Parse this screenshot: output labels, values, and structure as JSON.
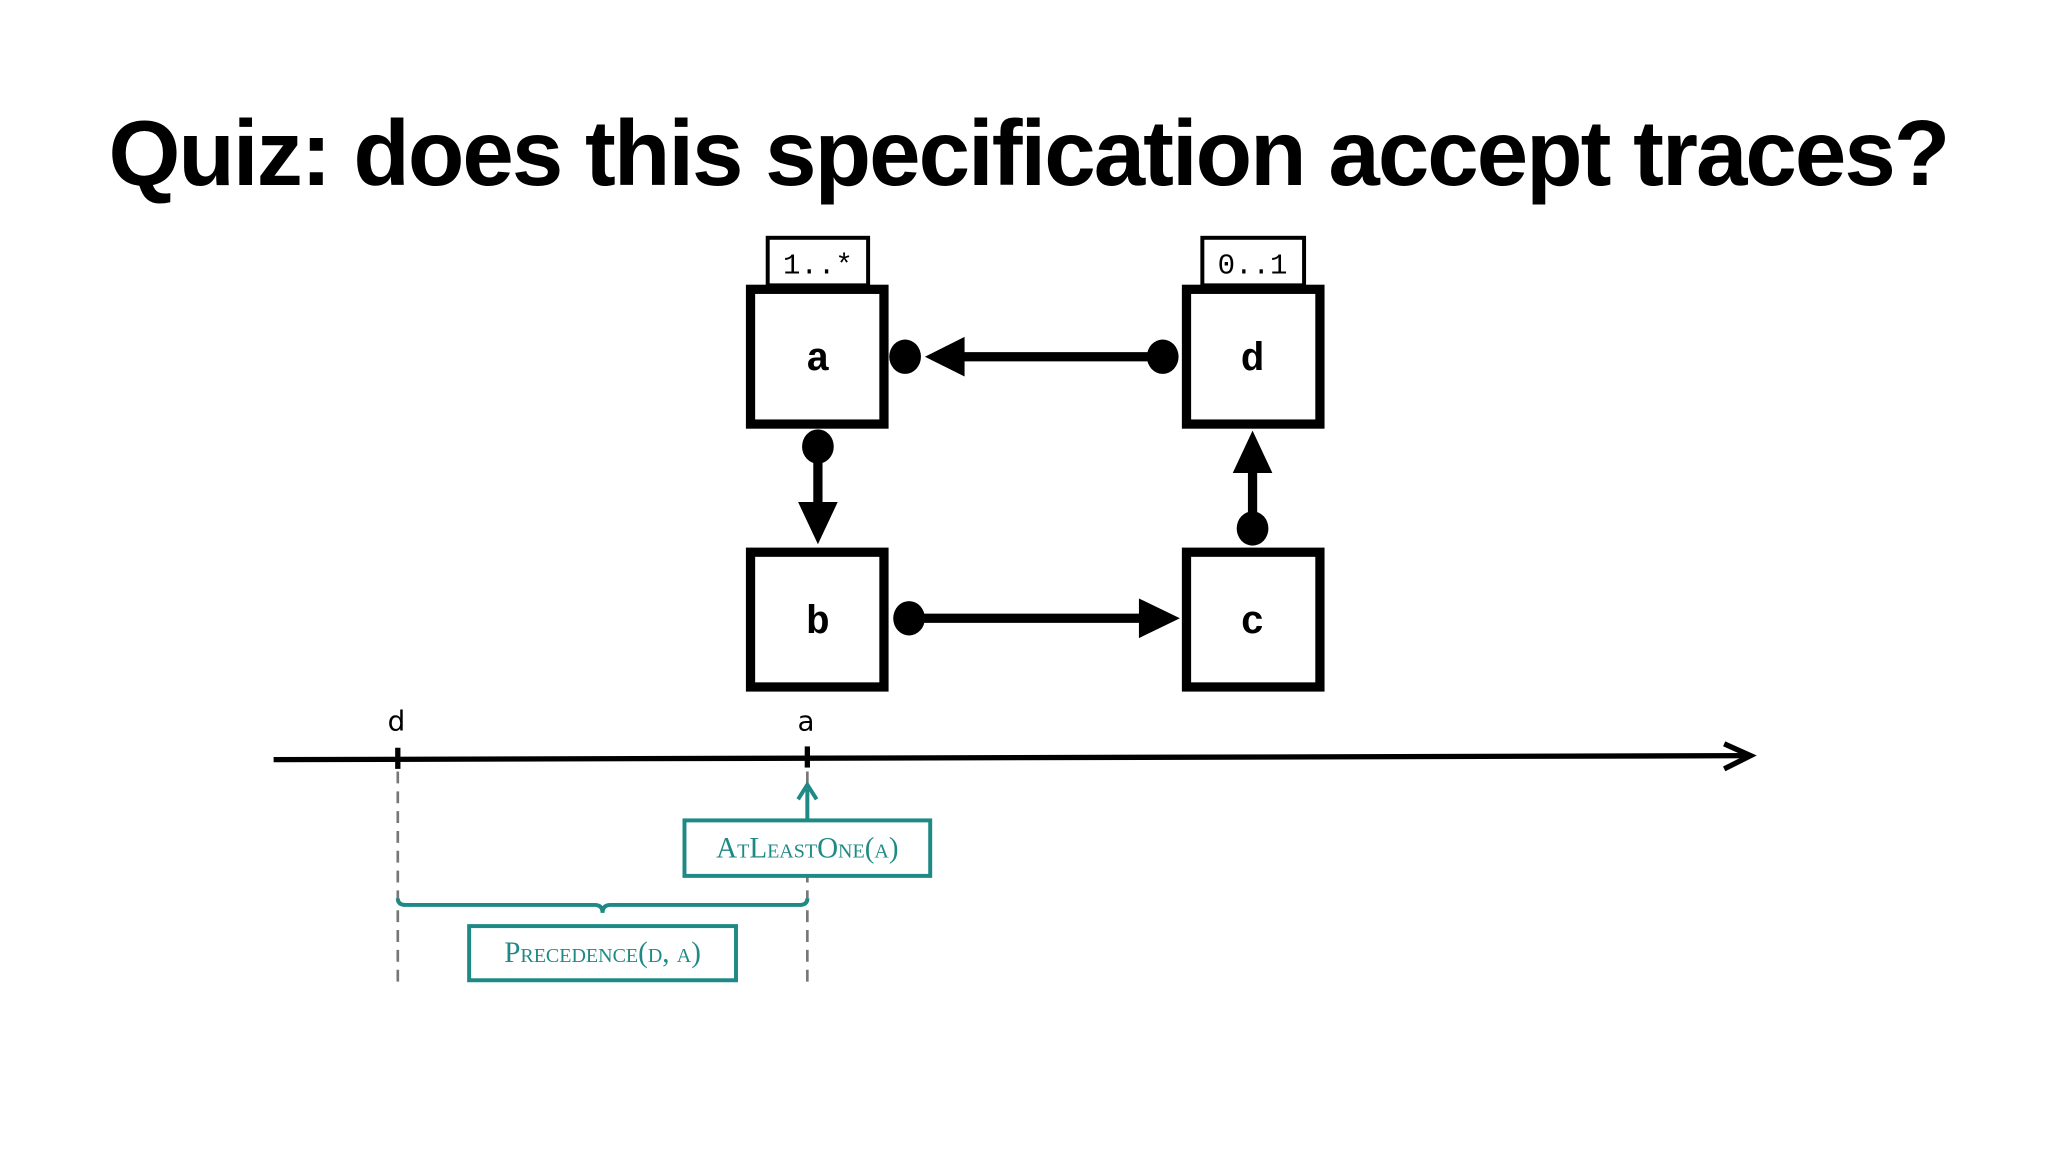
{
  "title": "Quiz: does this specification accept traces?",
  "diagram": {
    "nodes": [
      {
        "id": "a",
        "label": "a",
        "multiplicity": "1..*"
      },
      {
        "id": "b",
        "label": "b"
      },
      {
        "id": "c",
        "label": "c"
      },
      {
        "id": "d",
        "label": "d",
        "multiplicity": "0..1"
      }
    ],
    "edges": [
      {
        "from": "d",
        "to": "a"
      },
      {
        "from": "a",
        "to": "b"
      },
      {
        "from": "b",
        "to": "c"
      },
      {
        "from": "c",
        "to": "d"
      }
    ]
  },
  "timeline": {
    "events": [
      "d",
      "a"
    ],
    "constraints": {
      "atleastone": "AtLeastOne(a)",
      "precedence": "Precedence(d, a)"
    }
  },
  "colors": {
    "constraint": "#1f8a85",
    "ink": "#000000",
    "dashed": "#777777"
  }
}
